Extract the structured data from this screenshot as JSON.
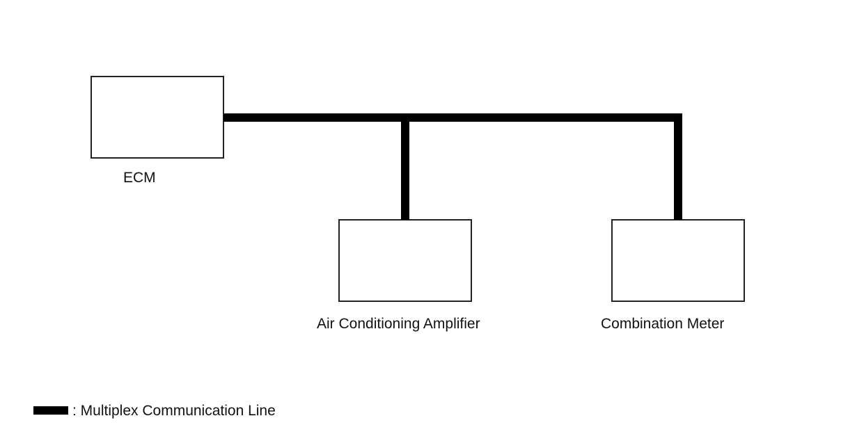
{
  "diagram": {
    "nodes": [
      {
        "id": "ecm",
        "label": "ECM"
      },
      {
        "id": "ac-amp",
        "label": "Air Conditioning Amplifier"
      },
      {
        "id": "combo-meter",
        "label": "Combination Meter"
      }
    ],
    "connections": [
      {
        "from": "ecm",
        "to": "ac-amp",
        "line": "multiplex"
      },
      {
        "from": "ecm",
        "to": "combo-meter",
        "line": "multiplex"
      }
    ],
    "line_color": "#000000"
  },
  "legend": {
    "text": ": Multiplex Communication Line"
  }
}
